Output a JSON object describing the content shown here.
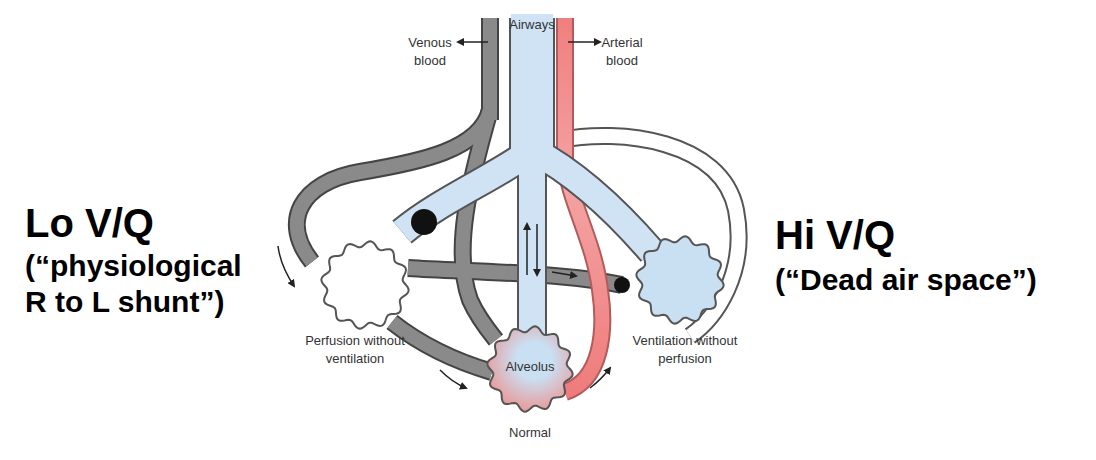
{
  "diagram": {
    "nodes": [
      {
        "text": [
          "Perfusion without ventilation"
        ]
      },
      {
        "text": [
          "Alveolus",
          "Normal"
        ]
      },
      {
        "text": [
          "Ventilation without perfusion"
        ]
      }
    ],
    "labels": [
      "Airways",
      "Venous blood",
      "Arterial blood",
      "Lo V/Q",
      "(“physiological R to L shunt”)",
      "Hi V/Q",
      "(“Dead air space”)"
    ]
  }
}
